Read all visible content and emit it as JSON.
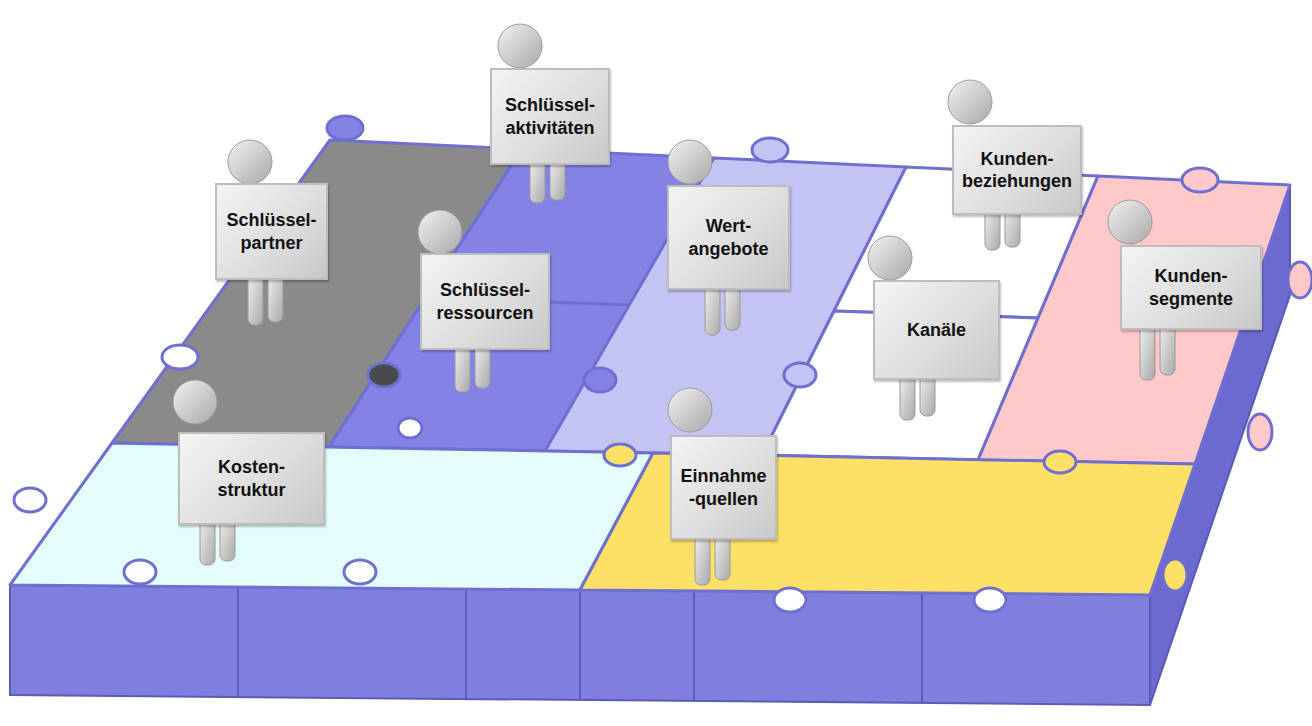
{
  "diagram": {
    "nodes": [
      {
        "text": [
          "Schlüssel- partner"
        ]
      },
      {
        "text": [
          "Schlüssel- aktivitäten"
        ]
      },
      {
        "text": [
          "Schlüssel- ressourcen"
        ]
      },
      {
        "text": [
          "Wert- angebote"
        ]
      },
      {
        "text": [
          "Kunden- beziehungen"
        ]
      },
      {
        "text": [
          "Kanäle"
        ]
      },
      {
        "text": [
          "Kunden- segmente"
        ]
      },
      {
        "text": [
          "Kosten- struktur"
        ]
      },
      {
        "text": [
          "Einnahme -quellen"
        ]
      }
    ]
  }
}
